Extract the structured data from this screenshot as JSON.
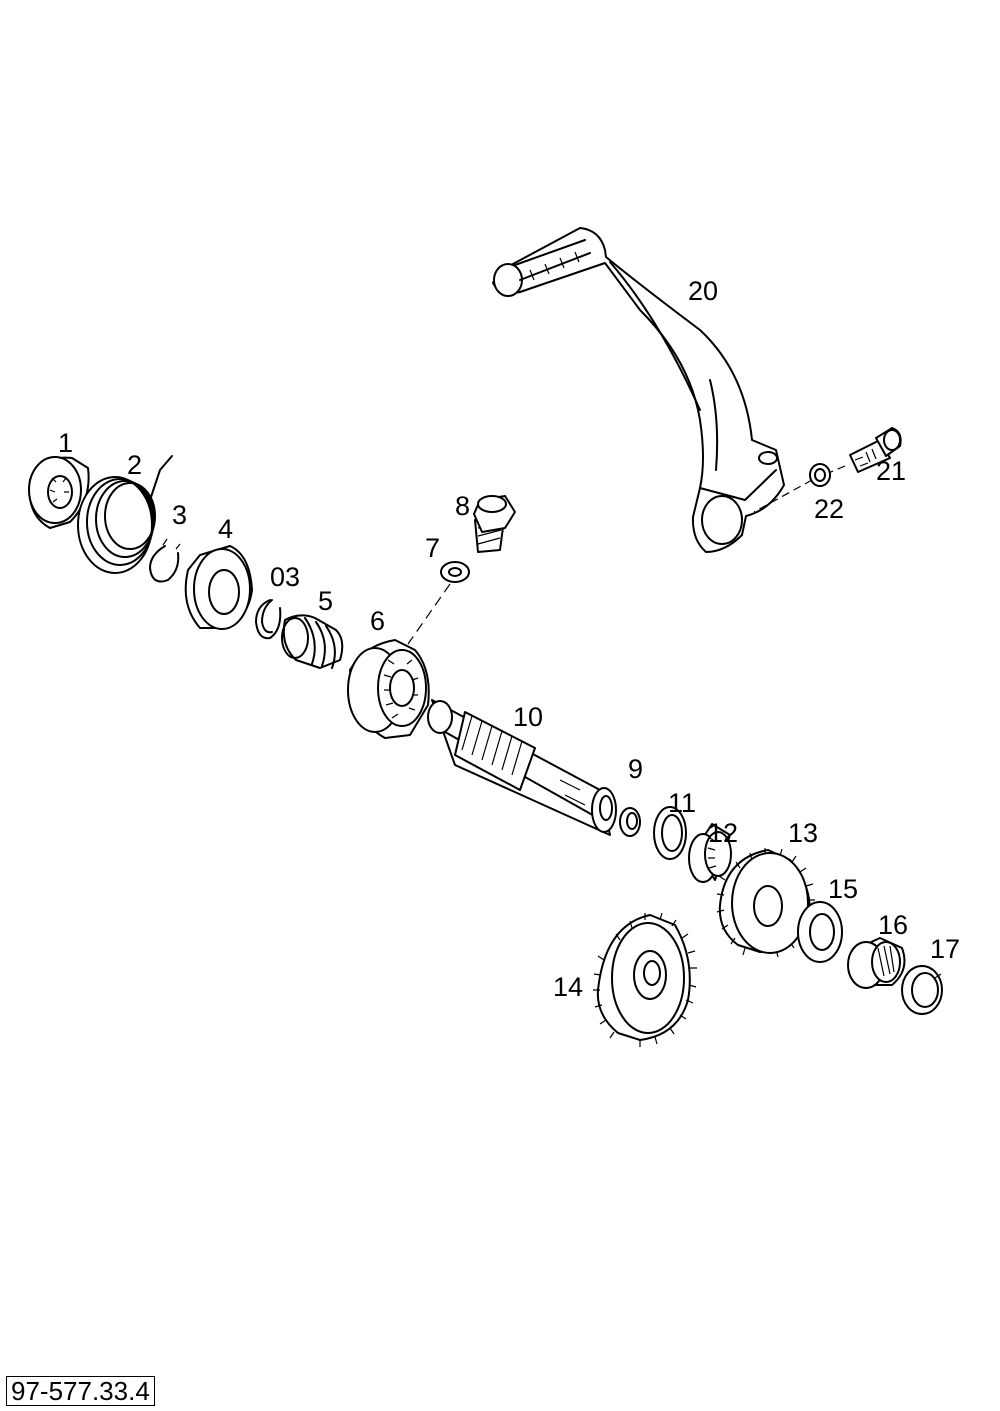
{
  "reference_number": "97-577.33.4",
  "labels": {
    "p1": "1",
    "p2": "2",
    "p3": "3",
    "p4": "4",
    "p03": "03",
    "p5": "5",
    "p6": "6",
    "p7": "7",
    "p8": "8",
    "p9": "9",
    "p10": "10",
    "p11": "11",
    "p12": "12",
    "p13": "13",
    "p14": "14",
    "p15": "15",
    "p16": "16",
    "p17": "17",
    "p20": "20",
    "p21": "21",
    "p22": "22"
  }
}
